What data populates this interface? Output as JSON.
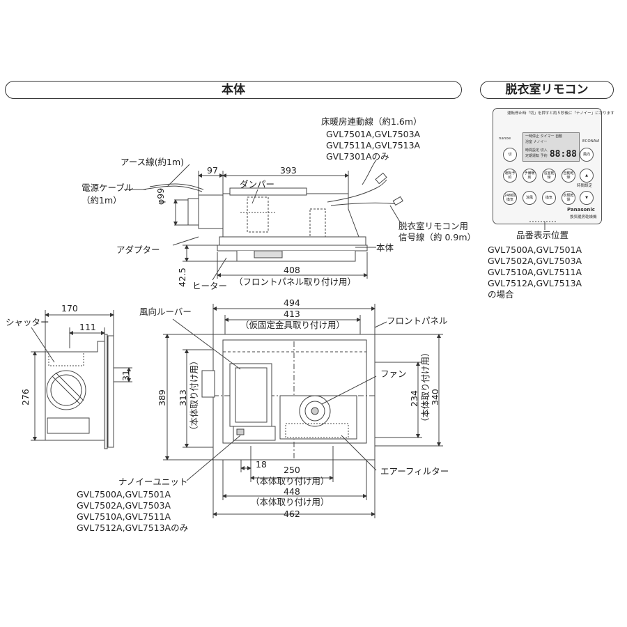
{
  "headers": {
    "main": "本体",
    "remote": "脱衣室リモコン"
  },
  "top_view": {
    "floor_heating_line": "床暖房連動線（約1.6m）",
    "floor_heating_models": [
      "GVL7501A,GVL7503A",
      "GVL7511A,GVL7513A",
      "GVL7301Aのみ"
    ],
    "earth_wire": "アース線(約1m)",
    "power_cable": "電源ケーブル",
    "power_cable_length": "（約1m）",
    "dim_97": "97",
    "dim_393": "393",
    "damper": "ダンパー",
    "phi99": "φ99",
    "remote_signal_line": "脱衣室リモコン用",
    "remote_signal_line_2": "信号線（約 0.9m）",
    "adapter": "アダプター",
    "main_body": "本体",
    "dim_42_5": "42.5",
    "heater": "ヒーター",
    "dim_408": "408",
    "front_panel_mount": "（フロントパネル取り付け用）"
  },
  "side_view": {
    "dim_170": "170",
    "dim_111": "111",
    "shutter": "シャッター",
    "dim_276": "276",
    "dim_31": "31"
  },
  "front_view": {
    "louver": "風向ルーバー",
    "dim_494": "494",
    "dim_413": "413",
    "temp_bracket_mount": "（仮固定金具取り付け用）",
    "front_panel": "フロントパネル",
    "dim_389": "389",
    "dim_313": "313",
    "body_mount_v": "（本体取り付け用）",
    "fan": "ファン",
    "dim_234": "234",
    "dim_340": "340",
    "dim_18": "18",
    "dim_250": "250",
    "body_mount_h": "（本体取り付け用）",
    "air_filter": "エアーフィルター",
    "nanoe_unit": "ナノイーユニット",
    "nanoe_models": [
      "GVL7500A,GVL7501A",
      "GVL7502A,GVL7503A",
      "GVL7510A,GVL7511A",
      "GVL7512A,GVL7513Aのみ"
    ],
    "dim_448": "448",
    "body_mount_h2": "（本体取り付け用）",
    "dim_462": "462"
  },
  "remote": {
    "model_position": "品番表示位置",
    "models": [
      "GVL7500A,GVL7501A",
      "GVL7502A,GVL7503A",
      "GVL7510A,GVL7511A",
      "GVL7512A,GVL7513A",
      "の場合"
    ],
    "brand": "Panasonic",
    "nanoe_logo": "nanoe",
    "ecoinavi": "ECONAVI",
    "top_note": "運転停止時「切」を押すと約５秒後に「ナノイー」になります",
    "lcd_line1": "一時停止 タイマー 自動",
    "lcd_line2": "浴室 ナノイー",
    "lcd_line3": "時間設定 切入",
    "lcd_line4": "定期運転 予約",
    "lcd_digits": "88:88",
    "btn_off": "切",
    "btn_run_reserve": "運転予約",
    "btn_preheat": "予備暖房",
    "btn_bath_dry": "浴室乾燥",
    "btn_auto_dry": "自動乾燥",
    "btn_up": "▲",
    "btn_24h": "24時間換気",
    "btn_cool": "涼風",
    "btn_vent": "換気",
    "btn_cloth_dry": "衣類乾燥",
    "btn_down": "▼",
    "btn_wind": "風向",
    "label_time_set": "時間設定",
    "bottom_label": "換気暖房乾燥機"
  }
}
